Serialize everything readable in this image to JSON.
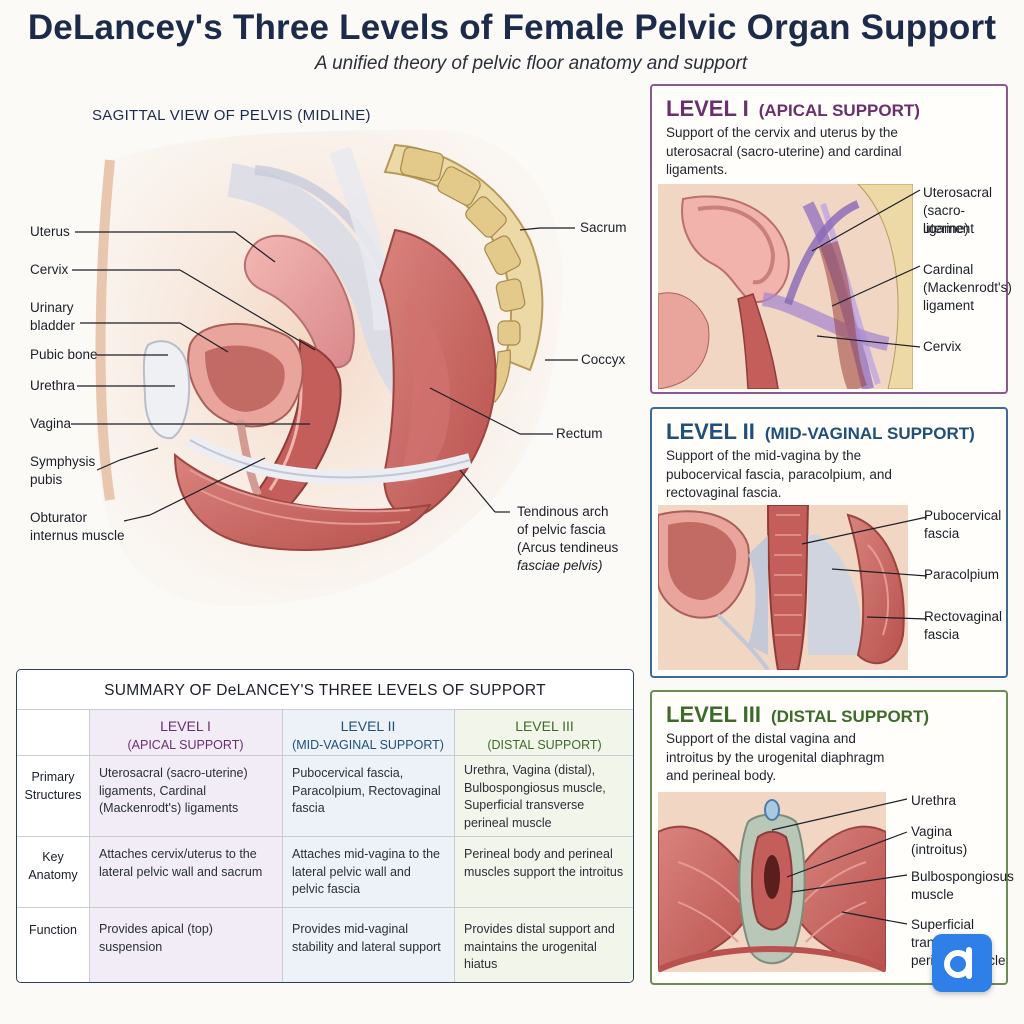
{
  "title": "DeLancey's Three Levels of Female Pelvic Organ Support",
  "subtitle": "A unified theory of pelvic floor anatomy and support",
  "sagittal": {
    "heading": "SAGITTAL VIEW OF PELVIS (MIDLINE)",
    "labels": {
      "uterus": "Uterus",
      "cervix": "Cervix",
      "bladder_1": "Urinary",
      "bladder_2": "bladder",
      "pubic_bone": "Pubic bone",
      "urethra": "Urethra",
      "vagina": "Vagina",
      "symphysis_1": "Symphysis",
      "symphysis_2": "pubis",
      "obturator_1": "Obturator",
      "obturator_2": "internus muscle",
      "sacrum": "Sacrum",
      "coccyx": "Coccyx",
      "rectum": "Rectum",
      "arcus_1": "Tendinous arch",
      "arcus_2": "of pelvic fascia",
      "arcus_3": "(Arcus tendineus",
      "arcus_4": "fasciae pelvis)"
    }
  },
  "levels": [
    {
      "num": "LEVEL I",
      "name": "(APICAL SUPPORT)",
      "desc": "Support of the cervix and uterus by the uterosacral (sacro-uterine) and cardinal ligaments.",
      "labels": [
        [
          "Uterosacral",
          "(sacro-uterine)",
          "ligament"
        ],
        [
          "Cardinal",
          "(Mackenrodt's)",
          "ligament"
        ],
        [
          "Cervix"
        ]
      ]
    },
    {
      "num": "LEVEL II",
      "name": "(MID-VAGINAL SUPPORT)",
      "desc": "Support of the mid-vagina by the pubocervical fascia, paracolpium, and rectovaginal fascia.",
      "labels": [
        [
          "Pubocervical",
          "fascia"
        ],
        [
          "Paracolpium"
        ],
        [
          "Rectovaginal",
          "fascia"
        ]
      ]
    },
    {
      "num": "LEVEL III",
      "name": "(DISTAL SUPPORT)",
      "desc": "Support of the distal vagina and introitus by the urogenital diaphragm and perineal body.",
      "labels": [
        [
          "Urethra"
        ],
        [
          "Vagina",
          "(introitus)"
        ],
        [
          "Bulbospongiosus",
          "muscle"
        ],
        [
          "Superficial",
          "transverse",
          "perineal muscle"
        ]
      ]
    }
  ],
  "summary": {
    "title": "SUMMARY OF DeLANCEY'S THREE LEVELS OF SUPPORT",
    "columns": [
      [
        "LEVEL I",
        "(APICAL SUPPORT)"
      ],
      [
        "LEVEL II",
        "(MID-VAGINAL SUPPORT)"
      ],
      [
        "LEVEL III",
        "(DISTAL SUPPORT)"
      ]
    ],
    "rows": [
      {
        "header": [
          "Primary",
          "Structures"
        ],
        "cells": [
          "Uterosacral (sacro-uterine) ligaments, Cardinal (Mackenrodt's) ligaments",
          "Pubocervical fascia, Paracolpium, Rectovaginal fascia",
          "Urethra, Vagina (distal), Bulbospongiosus muscle, Superficial transverse perineal muscle"
        ]
      },
      {
        "header": [
          "Key",
          "Anatomy"
        ],
        "cells": [
          "Attaches cervix/uterus to the lateral pelvic wall and sacrum",
          "Attaches mid-vagina to the lateral pelvic wall and pelvic fascia",
          "Perineal body and perineal muscles support the introitus"
        ]
      },
      {
        "header": [
          "Function"
        ],
        "cells": [
          "Provides apical (top) suspension",
          "Provides mid-vaginal stability and lateral support",
          "Provides distal support and maintains the urogenital hiatus"
        ]
      }
    ]
  },
  "colors": {
    "level1": "#6b2f6e",
    "level2": "#1f4f7a",
    "level3": "#3f6b2a",
    "muscle": "#c86a66",
    "bone": "#ecd9a6",
    "fascia": "#e6e8ef"
  },
  "badge_icon": "chat-logo-icon"
}
